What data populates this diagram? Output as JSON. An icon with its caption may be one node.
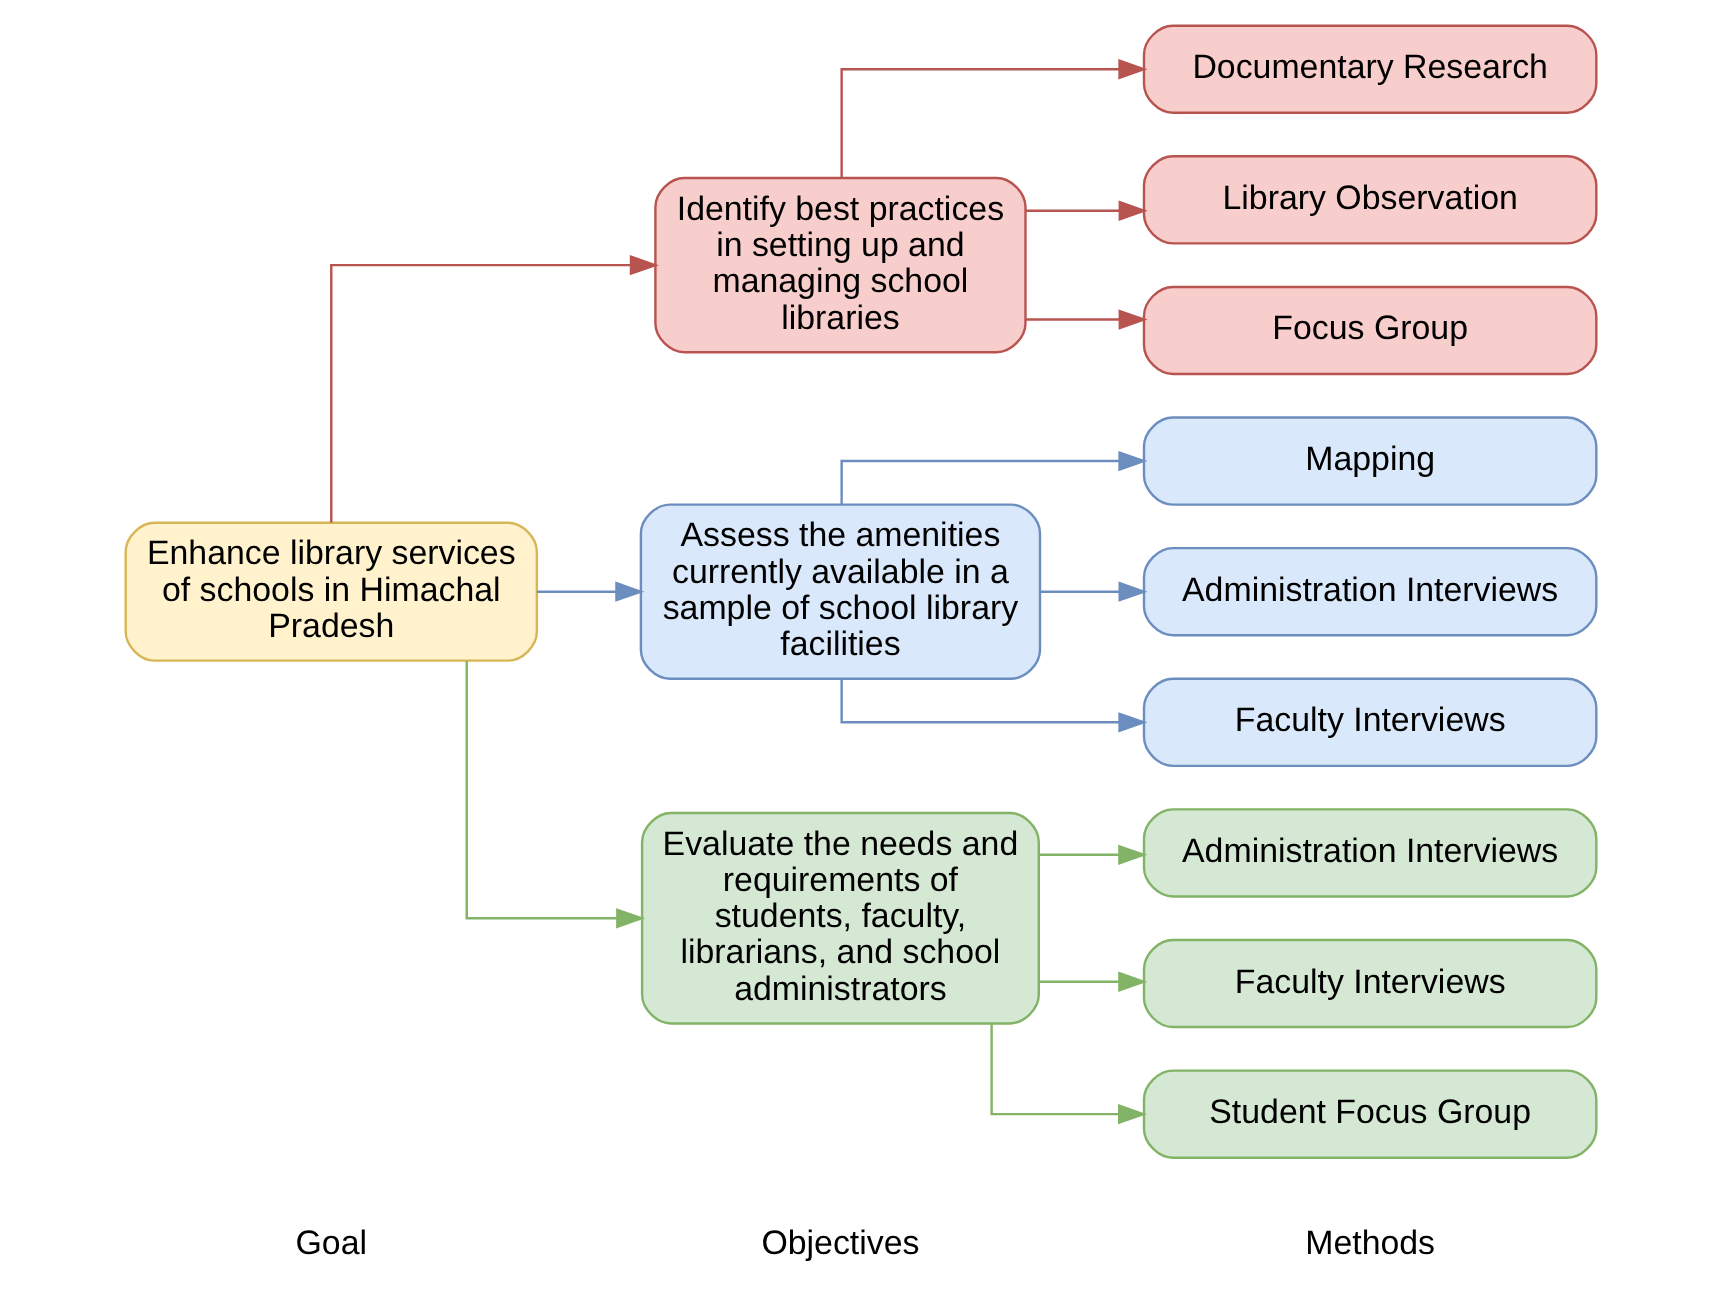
{
  "diagram": {
    "nodes": [
      {
        "text": [
          "Enhance library services of schools in Himachal Pradesh"
        ]
      },
      {
        "text": [
          "Identify best practices in setting up and managing school libraries"
        ]
      },
      {
        "text": [
          "Assess the amenities currently available in a sample of school library facilities"
        ]
      },
      {
        "text": [
          "Evaluate the needs and requirements of students, faculty, librarians, and school administrators"
        ]
      },
      {
        "text": [
          "Documentary Research"
        ]
      },
      {
        "text": [
          "Library Observation"
        ]
      },
      {
        "text": [
          "Focus Group"
        ]
      },
      {
        "text": [
          "Mapping"
        ]
      },
      {
        "text": [
          "Administration Interviews"
        ]
      },
      {
        "text": [
          "Faculty Interviews"
        ]
      },
      {
        "text": [
          "Administration Interviews"
        ]
      },
      {
        "text": [
          "Faculty Interviews"
        ]
      },
      {
        "text": [
          "Student Focus Group"
        ]
      }
    ],
    "edges": [
      {
        "from": 0,
        "to": 1,
        "arrow": "to",
        "color": "#b85450"
      },
      {
        "from": 0,
        "to": 2,
        "arrow": "to",
        "color": "#6c8ebf"
      },
      {
        "from": 0,
        "to": 3,
        "arrow": "to",
        "color": "#82b366"
      },
      {
        "from": 1,
        "to": 4,
        "arrow": "to",
        "color": "#b85450"
      },
      {
        "from": 1,
        "to": 5,
        "arrow": "to",
        "color": "#b85450"
      },
      {
        "from": 1,
        "to": 6,
        "arrow": "to",
        "color": "#b85450"
      },
      {
        "from": 2,
        "to": 7,
        "arrow": "to",
        "color": "#6c8ebf"
      },
      {
        "from": 2,
        "to": 8,
        "arrow": "to",
        "color": "#6c8ebf"
      },
      {
        "from": 2,
        "to": 9,
        "arrow": "to",
        "color": "#6c8ebf"
      },
      {
        "from": 3,
        "to": 10,
        "arrow": "to",
        "color": "#82b366"
      },
      {
        "from": 3,
        "to": 11,
        "arrow": "to",
        "color": "#82b366"
      },
      {
        "from": 3,
        "to": 12,
        "arrow": "to",
        "color": "#82b366"
      }
    ],
    "labels": [
      "Objectives",
      "Methods",
      "Goal"
    ]
  }
}
